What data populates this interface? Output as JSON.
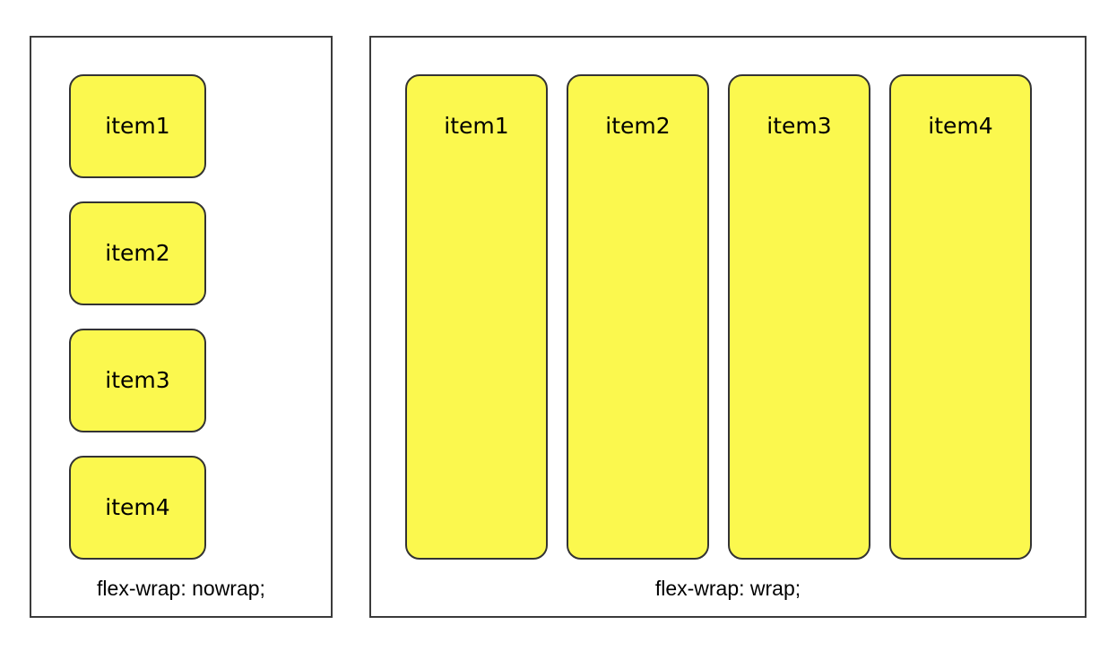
{
  "colors": {
    "background": "#ffffff",
    "panel_border": "#3b3b3b",
    "item_fill": "#fbf84e",
    "item_border": "#333333",
    "text": "#000000"
  },
  "panels": [
    {
      "name": "nowrap",
      "caption": "flex-wrap: nowrap;",
      "items": [
        {
          "label": "item1"
        },
        {
          "label": "item2"
        },
        {
          "label": "item3"
        },
        {
          "label": "item4"
        }
      ]
    },
    {
      "name": "wrap",
      "caption": "flex-wrap: wrap;",
      "items": [
        {
          "label": "item1"
        },
        {
          "label": "item2"
        },
        {
          "label": "item3"
        },
        {
          "label": "item4"
        }
      ]
    }
  ]
}
